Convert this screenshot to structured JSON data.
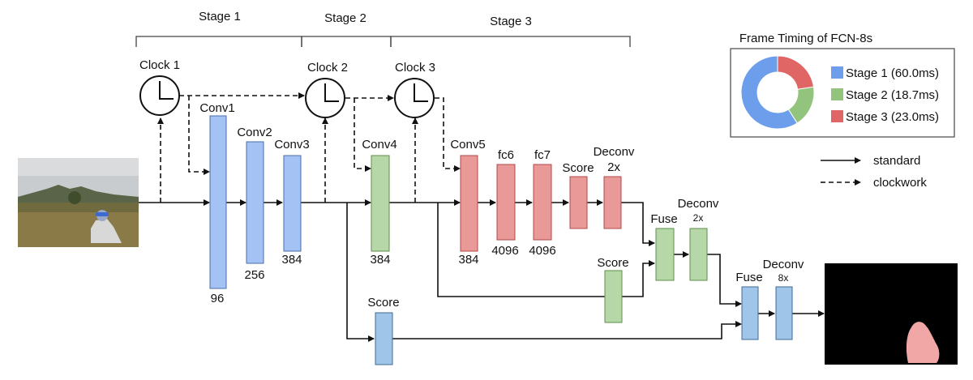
{
  "stages": {
    "stage1": "Stage 1",
    "stage2": "Stage 2",
    "stage3": "Stage 3"
  },
  "clocks": {
    "clock1": "Clock 1",
    "clock2": "Clock 2",
    "clock3": "Clock 3"
  },
  "layers": {
    "conv1": {
      "name": "Conv1",
      "size": "96"
    },
    "conv2": {
      "name": "Conv2",
      "size": "256"
    },
    "conv3": {
      "name": "Conv3",
      "size": "384"
    },
    "conv4": {
      "name": "Conv4",
      "size": "384"
    },
    "conv5": {
      "name": "Conv5",
      "size": "384"
    },
    "fc6": {
      "name": "fc6",
      "size": "4096"
    },
    "fc7": {
      "name": "fc7",
      "size": "4096"
    },
    "score_top": {
      "name": "Score"
    },
    "deconv_top": {
      "name": "Deconv",
      "factor": "2x"
    },
    "fuse_mid": {
      "name": "Fuse"
    },
    "deconv_mid": {
      "name": "Deconv",
      "factor": "2x"
    },
    "score_mid": {
      "name": "Score"
    },
    "score_low": {
      "name": "Score"
    },
    "fuse_final": {
      "name": "Fuse"
    },
    "deconv_final": {
      "name": "Deconv",
      "factor": "8x"
    }
  },
  "timing": {
    "title": "Frame Timing of FCN-8s",
    "items": [
      {
        "label": "Stage 1 (60.0ms)",
        "ms": 60.0,
        "color": "#6d9eeb"
      },
      {
        "label": "Stage 2 (18.7ms)",
        "ms": 18.7,
        "color": "#93c47d"
      },
      {
        "label": "Stage 3 (23.0ms)",
        "ms": 23.0,
        "color": "#e06666"
      }
    ]
  },
  "legend": {
    "standard": "standard",
    "clockwork": "clockwork"
  }
}
